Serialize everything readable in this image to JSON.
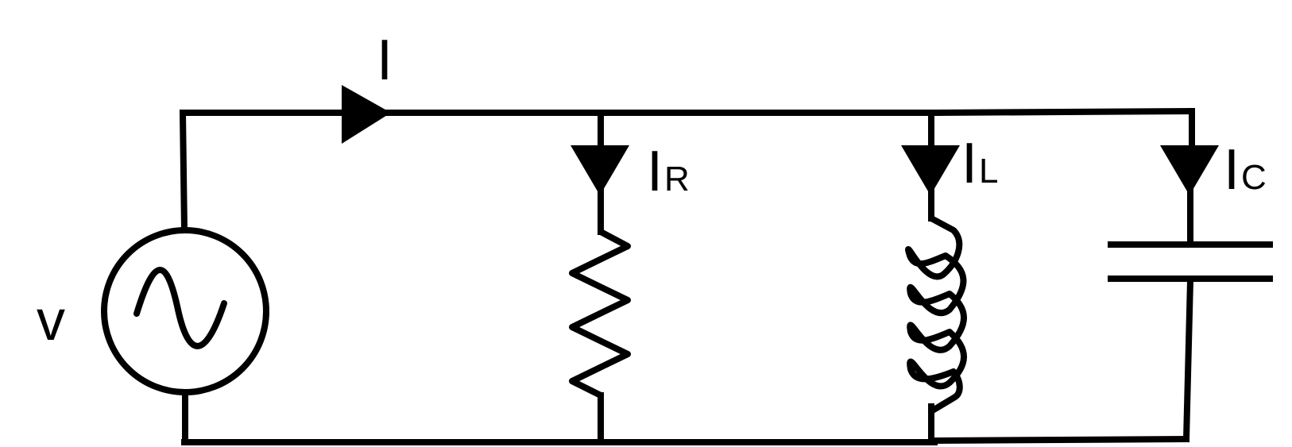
{
  "labels": {
    "total_current": "I",
    "source_voltage": "v",
    "resistor_current": {
      "main": "I",
      "sub": "R"
    },
    "inductor_current": {
      "main": "I",
      "sub": "L"
    },
    "capacitor_current": {
      "main": "I",
      "sub": "C"
    }
  },
  "colors": {
    "line": "#000000",
    "background": "#ffffff"
  }
}
